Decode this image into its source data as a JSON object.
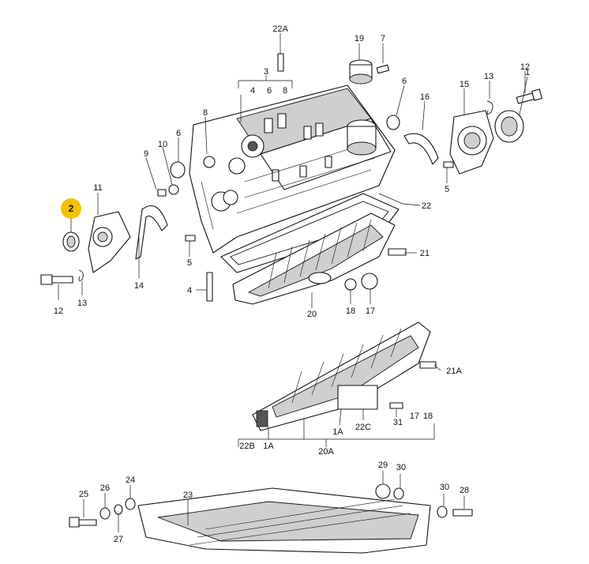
{
  "highlight": {
    "label": "2",
    "color": "#f2c200"
  },
  "labels": {
    "l22A": "22A",
    "l19": "19",
    "l7": "7",
    "l3": "3",
    "l3a": "4",
    "l3b": "6",
    "l3c": "8",
    "l15": "15",
    "l13r": "13",
    "l12r": "12",
    "l1": "1",
    "l6a": "6",
    "l16": "16",
    "l8": "8",
    "l6b": "6",
    "l9": "9",
    "l10": "10",
    "l11": "11",
    "l5r": "5",
    "l22": "22",
    "l21": "21",
    "l5l": "5",
    "l4": "4",
    "l14": "14",
    "l12l": "12",
    "l13l": "13",
    "l20": "20",
    "l18": "18",
    "l17": "17",
    "l21A": "21A",
    "l22B": "22B",
    "l1Aa": "1A",
    "l20A": "20A",
    "l1Ab": "1A",
    "l22C": "22C",
    "l31": "31",
    "l17b": "17",
    "l18b": "18",
    "l29": "29",
    "l30a": "30",
    "l30b": "30",
    "l28": "28",
    "l25": "25",
    "l26": "26",
    "l24": "24",
    "l23": "23",
    "l27": "27"
  }
}
